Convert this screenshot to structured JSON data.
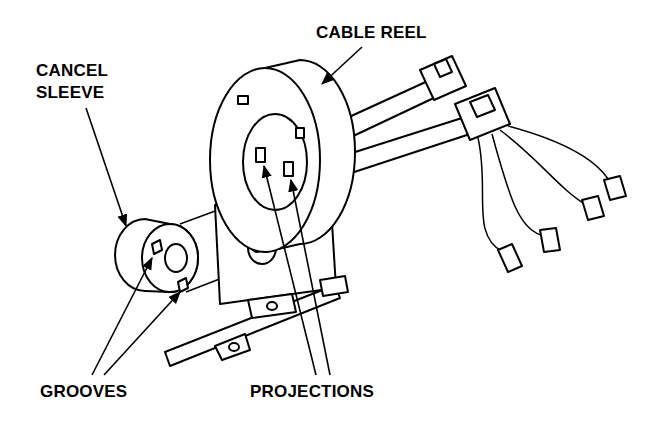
{
  "diagram": {
    "labels": [
      "CABLE REEL",
      "CANCEL SLEEVE",
      "GROOVES",
      "PROJECTIONS"
    ]
  }
}
